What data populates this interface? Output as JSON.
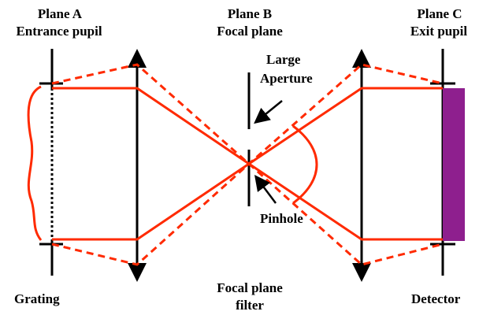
{
  "labels": {
    "plane_a_title": "Plane A",
    "plane_a_sub": "Entrance pupil",
    "plane_b_title": "Plane B",
    "plane_b_sub": "Focal plane",
    "plane_c_title": "Plane C",
    "plane_c_sub": "Exit pupil",
    "large_aperture_1": "Large",
    "large_aperture_2": "Aperture",
    "pinhole": "Pinhole",
    "grating": "Grating",
    "focal_filter_1": "Focal plane",
    "focal_filter_2": "filter",
    "detector": "Detector"
  },
  "colors": {
    "ray": "#ff2a00",
    "optics": "#000000",
    "detector": "#8e1f8e"
  }
}
